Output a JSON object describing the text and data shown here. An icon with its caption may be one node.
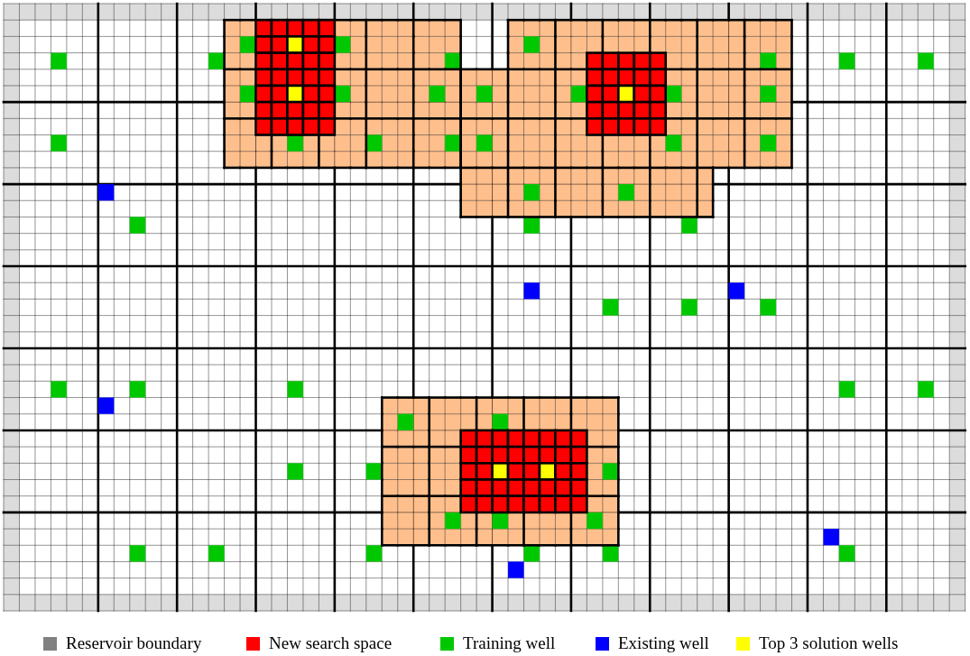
{
  "diagram": {
    "legend": [
      {
        "text": "Reservoir boundary",
        "color": "#808080"
      },
      {
        "text": "New search space",
        "color": "#ff0000"
      },
      {
        "text": "Training well",
        "color": "#00c800"
      },
      {
        "text": "Existing well",
        "color": "#0000ff"
      },
      {
        "text": "Top 3 solution wells",
        "color": "#ffff00"
      }
    ]
  }
}
